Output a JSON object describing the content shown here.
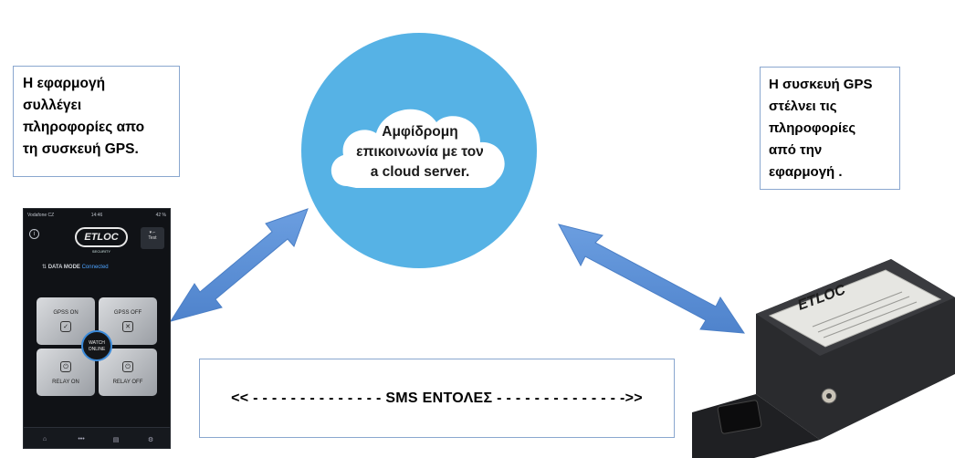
{
  "left_box": {
    "lines": [
      "Η εφαρμογή",
      "συλλέγει",
      "πληροφορίες απο",
      "τη συσκευή  GPS."
    ]
  },
  "right_box": {
    "lines": [
      "Η συσκευή  GPS",
      "στέλνει τις",
      "πληροφορίες",
      "από την",
      "εφαρμογή ."
    ]
  },
  "cloud": {
    "lines": [
      "Αμφίδρομη",
      "επικοινωνία με τον",
      "a cloud server."
    ]
  },
  "sms_box": {
    "text": "<< - - - - - - - - - - - - - -  SMS ΕΝΤΟΛΕΣ - - - - - - - - - - - - - ->>"
  },
  "phone": {
    "status_left": "Vodafone CZ",
    "status_time": "14:46",
    "status_right": "42 %",
    "logo": "ETLOC",
    "logo_sub": "SECURITY",
    "test_label": "Test",
    "data_mode_label": "DATA MODE",
    "data_mode_value": "Connected",
    "tiles": {
      "gpss_on": "GPSS ON",
      "gpss_off": "GPSS OFF",
      "relay_on": "RELAY ON",
      "relay_off": "RELAY OFF",
      "watch": [
        "WATCH",
        "ONLINE"
      ]
    }
  },
  "device": {
    "logo": "ETLOC"
  },
  "colors": {
    "circle": "#56b2e5",
    "arrow": "#5b8fd6",
    "box_border": "#8aa7cf"
  }
}
